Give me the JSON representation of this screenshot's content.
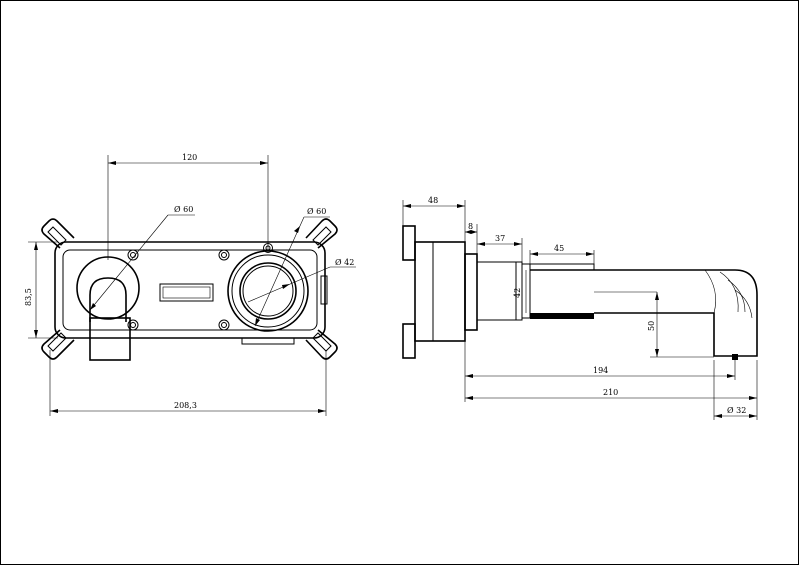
{
  "front_view": {
    "dim_width_top": "120",
    "dim_diameter_left": "Ø 60",
    "dim_diameter_right": "Ø 60",
    "dim_diameter_inner": "Ø 42",
    "dim_height": "83,5",
    "dim_width_total": "208,3"
  },
  "side_view": {
    "dim_plate": "48",
    "dim_gap": "8",
    "dim_collar": "37",
    "dim_handle": "45",
    "dim_spout_height": "42",
    "dim_drop": "50",
    "dim_reach": "194",
    "dim_total": "210",
    "dim_outlet": "Ø 32"
  }
}
